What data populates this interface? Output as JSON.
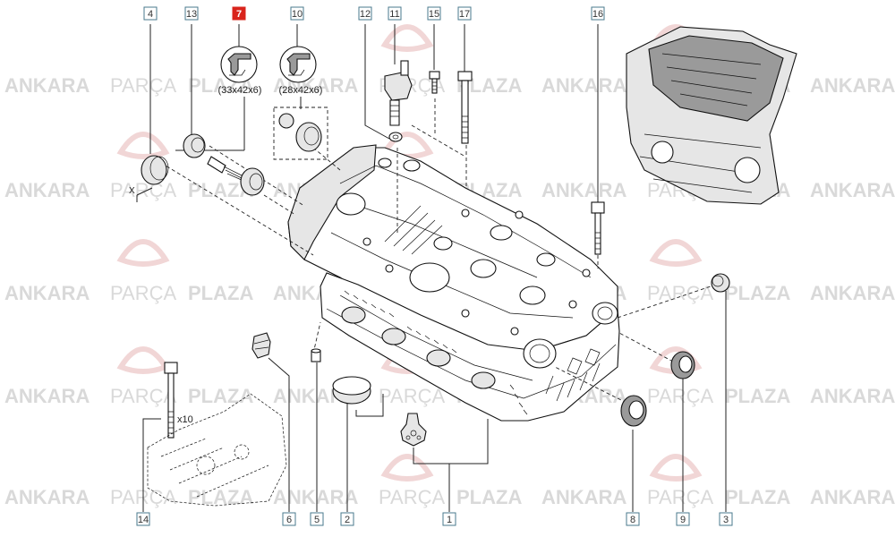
{
  "watermark": {
    "word1": "ANKARA",
    "word2": "PARÇA",
    "word3": "PLAZA"
  },
  "callouts": [
    {
      "id": "c4",
      "label": "4",
      "highlight": false
    },
    {
      "id": "c13",
      "label": "13",
      "highlight": false
    },
    {
      "id": "c7",
      "label": "7",
      "highlight": true
    },
    {
      "id": "c10",
      "label": "10",
      "highlight": false
    },
    {
      "id": "c12",
      "label": "12",
      "highlight": false
    },
    {
      "id": "c11",
      "label": "11",
      "highlight": false
    },
    {
      "id": "c15",
      "label": "15",
      "highlight": false
    },
    {
      "id": "c17",
      "label": "17",
      "highlight": false
    },
    {
      "id": "c16",
      "label": "16",
      "highlight": false
    },
    {
      "id": "c14",
      "label": "14",
      "highlight": false
    },
    {
      "id": "c6",
      "label": "6",
      "highlight": false
    },
    {
      "id": "c5",
      "label": "5",
      "highlight": false
    },
    {
      "id": "c2",
      "label": "2",
      "highlight": false
    },
    {
      "id": "c1",
      "label": "1",
      "highlight": false
    },
    {
      "id": "c8",
      "label": "8",
      "highlight": false
    },
    {
      "id": "c9",
      "label": "9",
      "highlight": false
    },
    {
      "id": "c3",
      "label": "3",
      "highlight": false
    }
  ],
  "seal_dimensions": {
    "seal_7": "(33x42x6)",
    "seal_10": "(28x42x6)"
  },
  "annotations": {
    "x_marker": "X",
    "bolt_quantity": "x10"
  }
}
